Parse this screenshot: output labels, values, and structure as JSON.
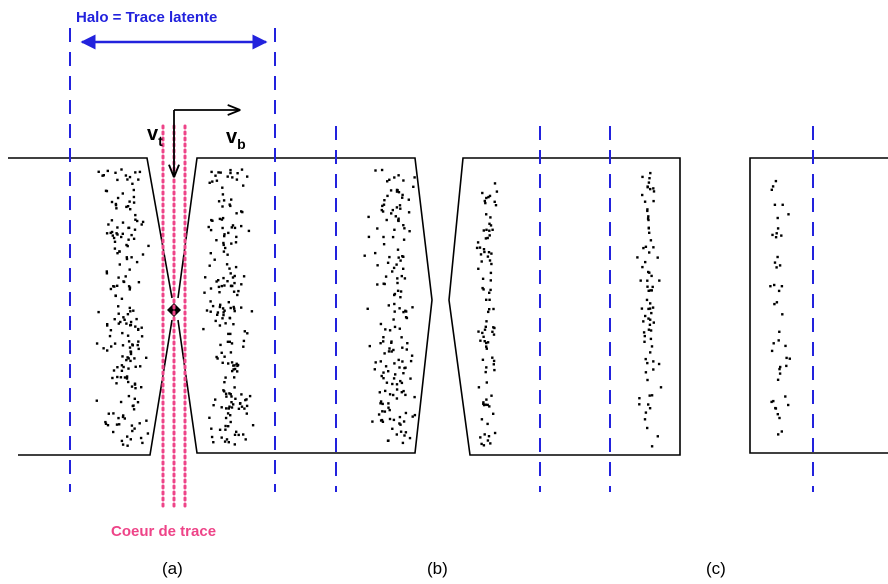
{
  "labels": {
    "halo": "Halo = Trace latente",
    "core": "Coeur de trace",
    "vt_main": "v",
    "vt_sub": "t",
    "vb_main": "v",
    "vb_sub": "b",
    "panel_a": "(a)",
    "panel_b": "(b)",
    "panel_c": "(c)"
  },
  "colors": {
    "halo": "#2222dd",
    "core": "#ee4488",
    "outline": "#000000",
    "defects": "#000000"
  }
}
